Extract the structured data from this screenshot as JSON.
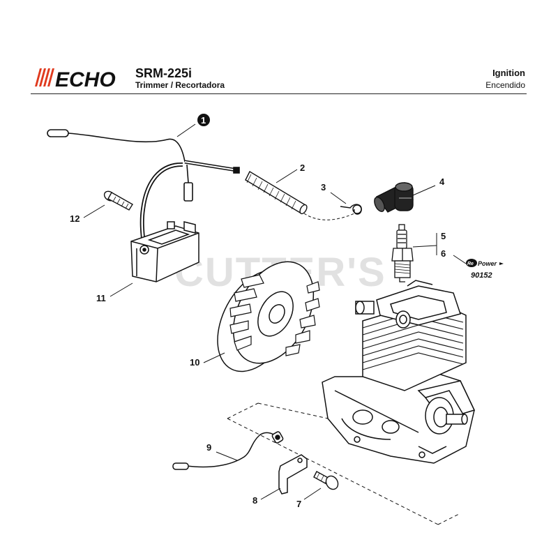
{
  "header": {
    "brand": "ECHO",
    "model": "SRM-225i",
    "subtitle": "Trimmer / Recortadora",
    "section_title": "Ignition",
    "section_subtitle": "Encendido"
  },
  "watermark": "CUTTER'S",
  "callouts": {
    "c1": "1",
    "c2": "2",
    "c3": "3",
    "c4": "4",
    "c5": "5",
    "c6": "6",
    "c7": "7",
    "c8": "8",
    "c9": "9",
    "c10": "10",
    "c11": "11",
    "c12": "12"
  },
  "repower": {
    "re": "Re",
    "power": "Power",
    "part_number": "90152"
  },
  "colors": {
    "line": "#111111",
    "brand_red": "#e03a1e",
    "watermark": "#c9c9c9"
  }
}
